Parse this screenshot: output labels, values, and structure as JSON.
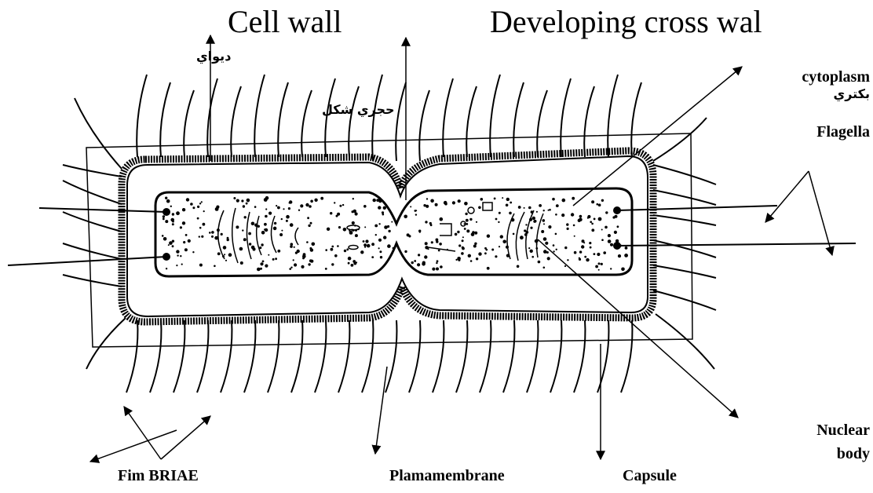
{
  "diagram": {
    "labels": {
      "cell_wall": "Cell wall",
      "developing_cross_wall": "Developing cross wal",
      "cytoplasm": "cytoplasm",
      "cytoplasm_ar": "بكتري",
      "cell_wall_ar": "ديواي",
      "cross_wall_ar": "حجري شكل",
      "flagella": "Flagella",
      "nuclear": "Nuclear",
      "body": "body",
      "fimbriae": "Fim BRIAE",
      "plasma_membrane": "Plamamembrane",
      "capsule": "Capsule"
    },
    "colors": {
      "ink": "#000000",
      "fill": "#ffffff"
    }
  }
}
